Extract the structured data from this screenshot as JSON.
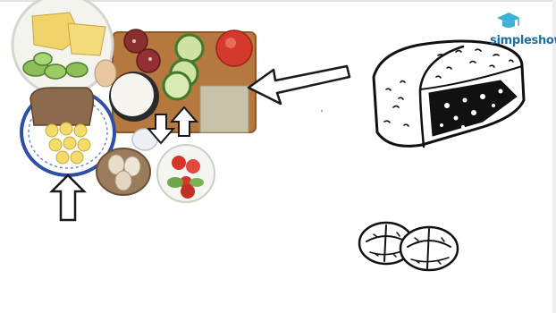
{
  "video_frame": {
    "watermark": {
      "brand_text": "simpleshow",
      "brand_color": "#1e6fa8"
    },
    "colors": {
      "arrow_outline": "#1a1a1a",
      "arrow_fill": "#ffffff",
      "bread_ink": "#111111",
      "cutting_board": "#b5783e",
      "plate_rim": "#2f4fa3"
    },
    "illustrations": [
      "breakfast-collage",
      "bread-loaf",
      "bread-rolls"
    ]
  }
}
